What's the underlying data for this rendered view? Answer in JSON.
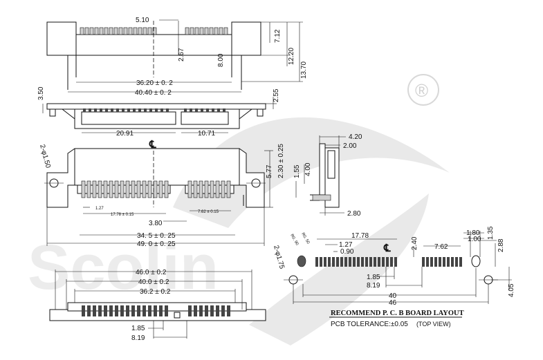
{
  "registered_mark": "®",
  "watermark": "Scolin",
  "centerline_symbol": "℄",
  "top_view": {
    "d_5_10": "5.10",
    "d_2_67": "2.67",
    "d_8_00": "8.00",
    "d_7_12": "7.12",
    "d_12_20": "12.20",
    "d_13_70": "13.70",
    "d_36_20": "36.20 ± 0. 2",
    "d_40_40": "40.40 ± 0. 2"
  },
  "side_view": {
    "d_3_50": "3.50",
    "d_2_55": "2.55",
    "d_20_91": "20.91",
    "d_10_71": "10.71"
  },
  "front_view": {
    "d_phi150": "2-φ1.50",
    "d_5_77": "5.77",
    "d_2_30": "2.30 ± 0.25",
    "d_1_27": "1.27",
    "d_17_78": "17.78 ± 0.15",
    "d_7_62": "7.62 ± 0.15",
    "d_3_80": "3.80",
    "d_34_5": "34. 5 ± 0. 25",
    "d_49_0": "49. 0 ± 0. 25"
  },
  "right_side_view": {
    "d_4_20": "4.20",
    "d_2_00": "2.00",
    "d_4_00": "4.00",
    "d_1_55": "1.55",
    "d_2_80": "2.80"
  },
  "bottom_view": {
    "d_46_0": "46.0 ± 0.2",
    "d_40_0": "40.0 ± 0.2",
    "d_36_2": "36.2 ± 0.2",
    "d_1_85": "1.85",
    "d_8_19": "8.19"
  },
  "pcb_layout": {
    "d_r090": "R0. 90",
    "d_r050": "R0. 50",
    "d_17_78": "17.78",
    "d_1_27": "1.27",
    "d_0_90": "0.90",
    "d_2_40": "2.40",
    "d_7_62": "7.62",
    "d_1_80": "1.80",
    "d_1_00": "1.00",
    "d_1_35": "1.35",
    "d_2_88": "2.88",
    "d_phi175": "2-φ1.75",
    "d_1_85": "1.85",
    "d_8_19": "8.19",
    "d_40": "40",
    "d_46": "46",
    "d_4_05": "4.05",
    "title": "RECOMMEND P. C. B BOARD LAYOUT",
    "tolerance": "PCB TOLERANCE:±0.05",
    "view": "(TOP VIEW)"
  }
}
